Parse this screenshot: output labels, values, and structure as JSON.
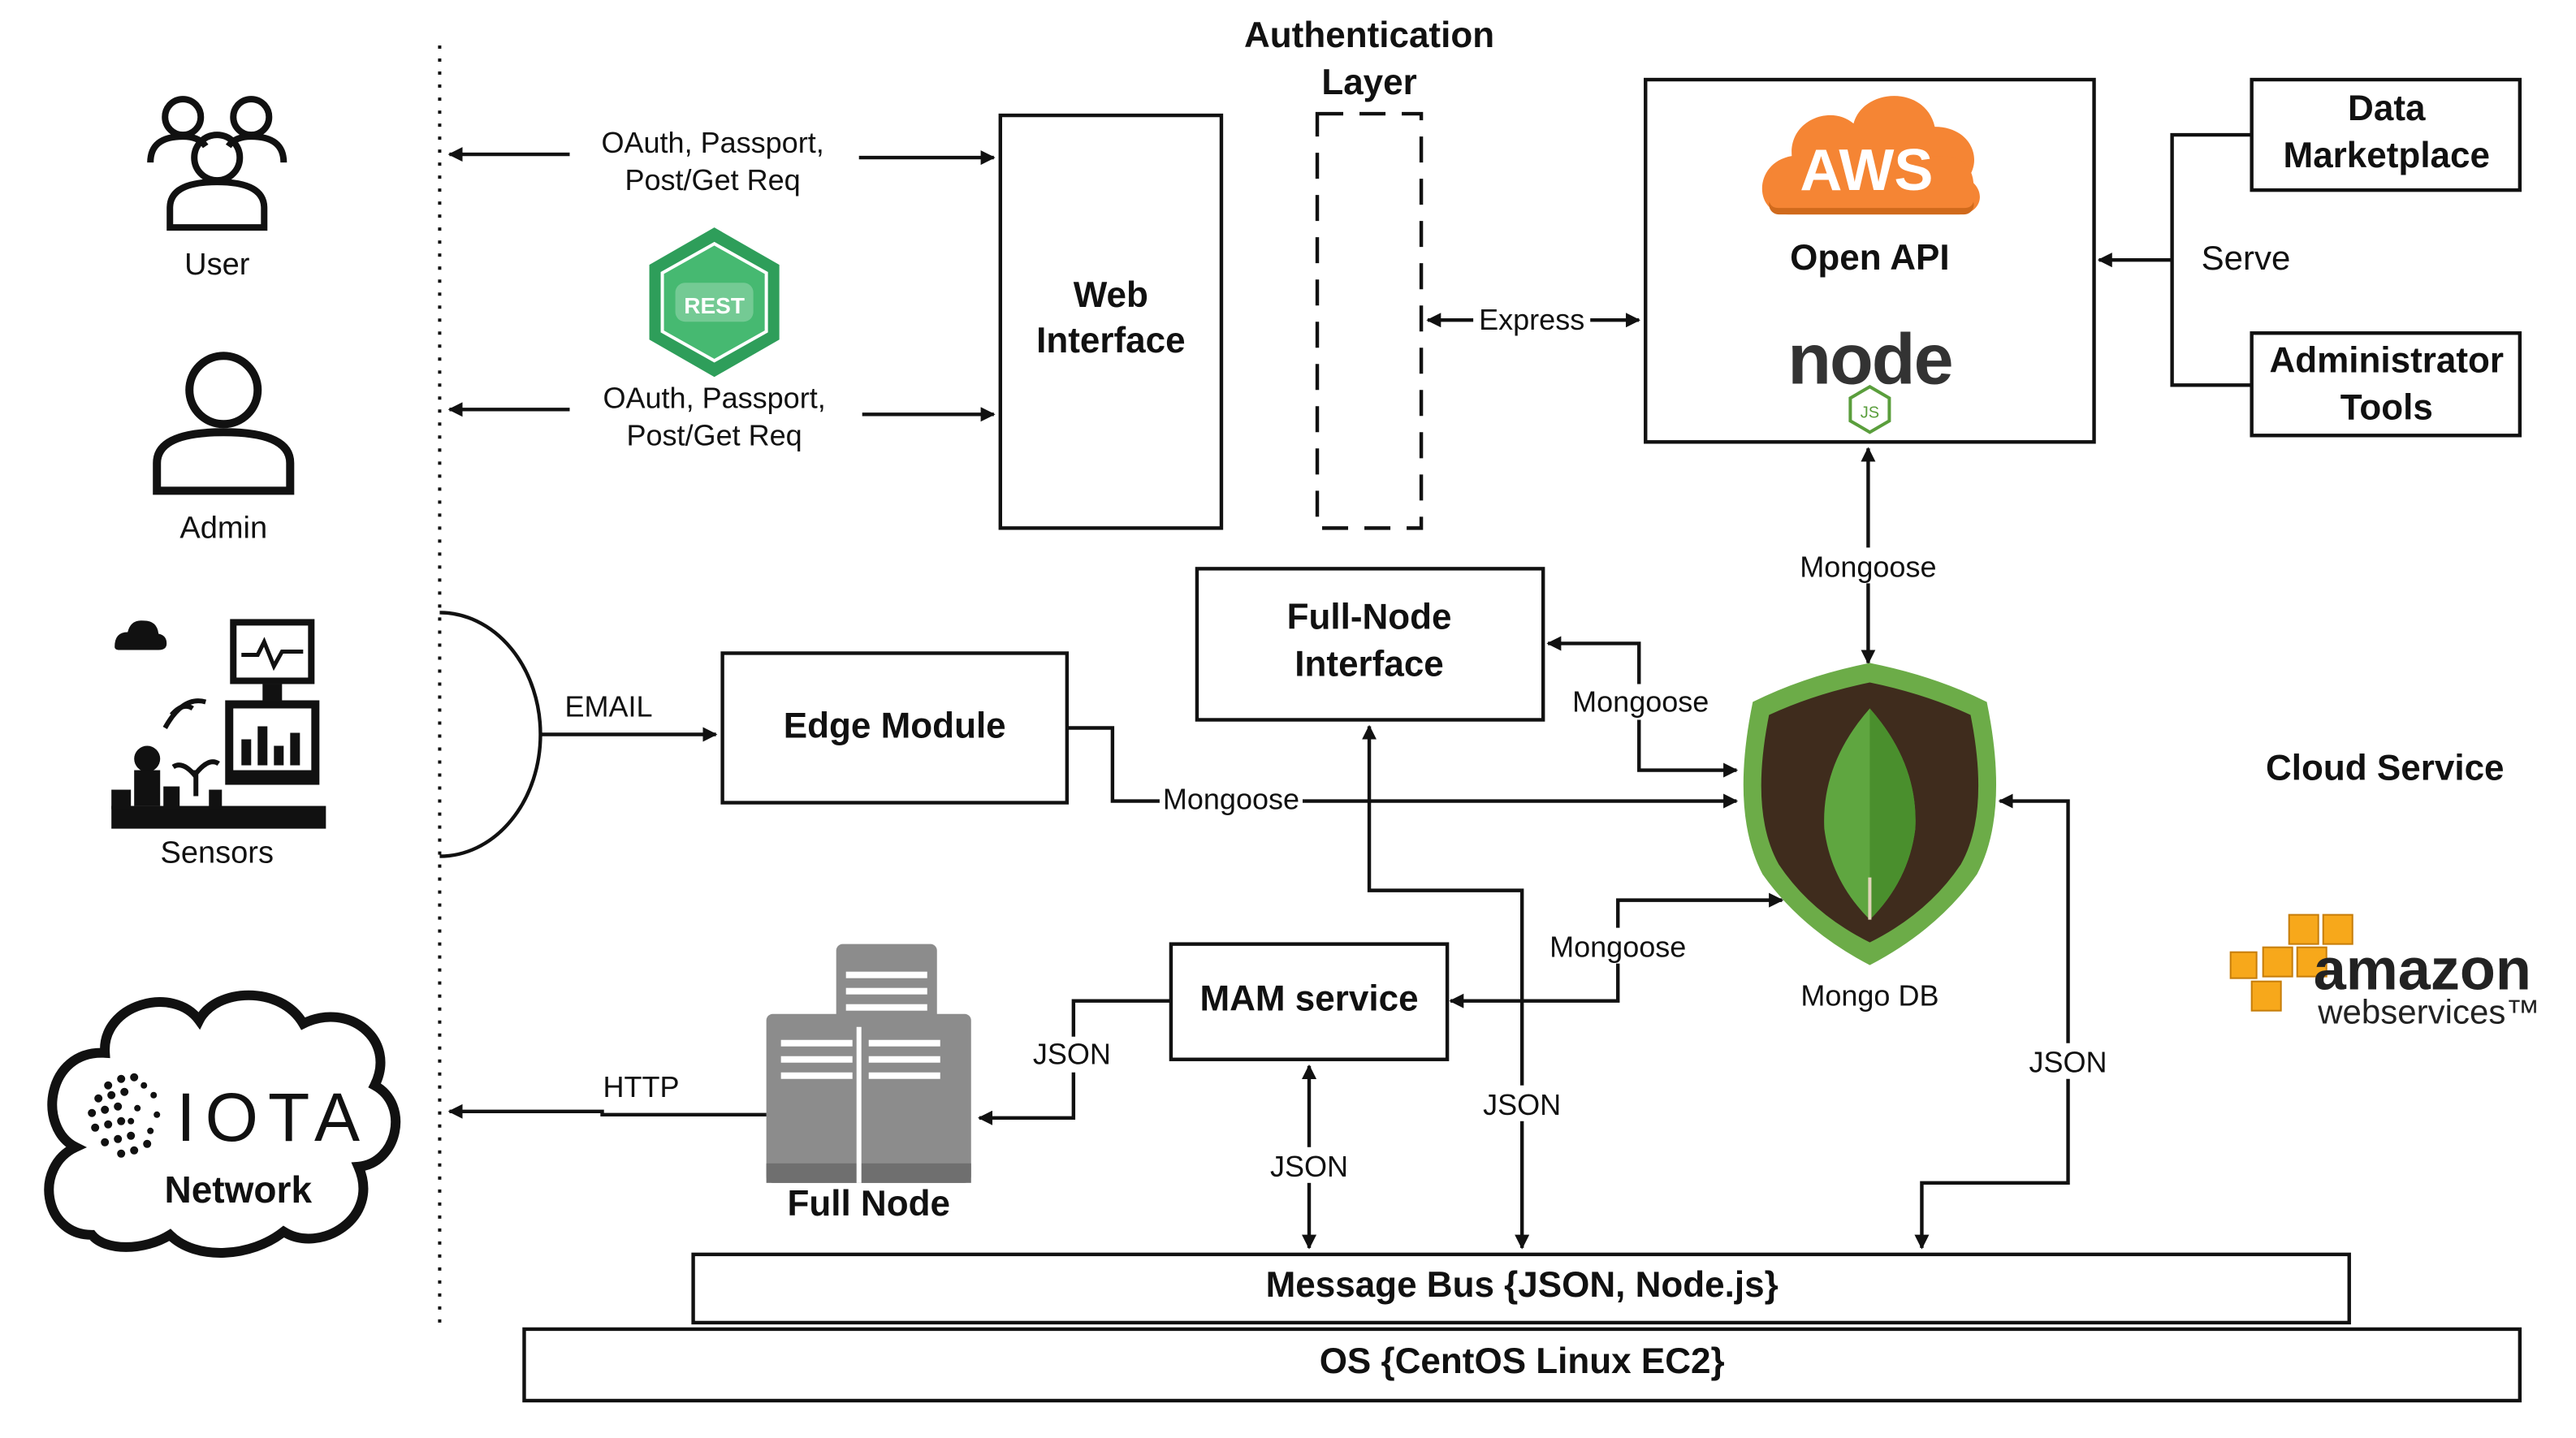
{
  "actors": {
    "user": "User",
    "admin": "Admin",
    "sensors": "Sensors",
    "network_logo": "IOTA",
    "network": "Network"
  },
  "rest_badge": "REST",
  "auth_label_top": "OAuth, Passport,",
  "auth_label_bottom": "Post/Get Req",
  "web_interface": [
    "Web",
    "Interface"
  ],
  "authentication_layer": [
    "Authentication",
    "Layer"
  ],
  "express": "Express",
  "aws_badge": "AWS",
  "open_api": "Open API",
  "node_logo": "node",
  "node_js_badge": "JS",
  "data_marketplace": [
    "Data",
    "Marketplace"
  ],
  "administrator_tools": [
    "Administrator",
    "Tools"
  ],
  "serve": "Serve",
  "email": "EMAIL",
  "edge_module": "Edge Module",
  "full_node_interface": [
    "Full-Node",
    "Interface"
  ],
  "mongoose": "Mongoose",
  "mongo_db": "Mongo DB",
  "cloud_service": "Cloud Service",
  "amazon_logo_top": "amazon",
  "amazon_logo_bottom": "webservices™",
  "mam_service": "MAM service",
  "json": "JSON",
  "http": "HTTP",
  "full_node": "Full Node",
  "message_bus": "Message Bus {JSON, Node.js}",
  "os": "OS {CentOS Linux EC2}",
  "colors": {
    "aws_orange": "#f58534",
    "rest_green": "#2e9e5a",
    "mongo_green": "#6cac48",
    "mongo_dark": "#3f2c1d",
    "node_green": "#5a9e3c",
    "amazon_yellow": "#f7a81b",
    "server_gray": "#8c8c8c"
  }
}
